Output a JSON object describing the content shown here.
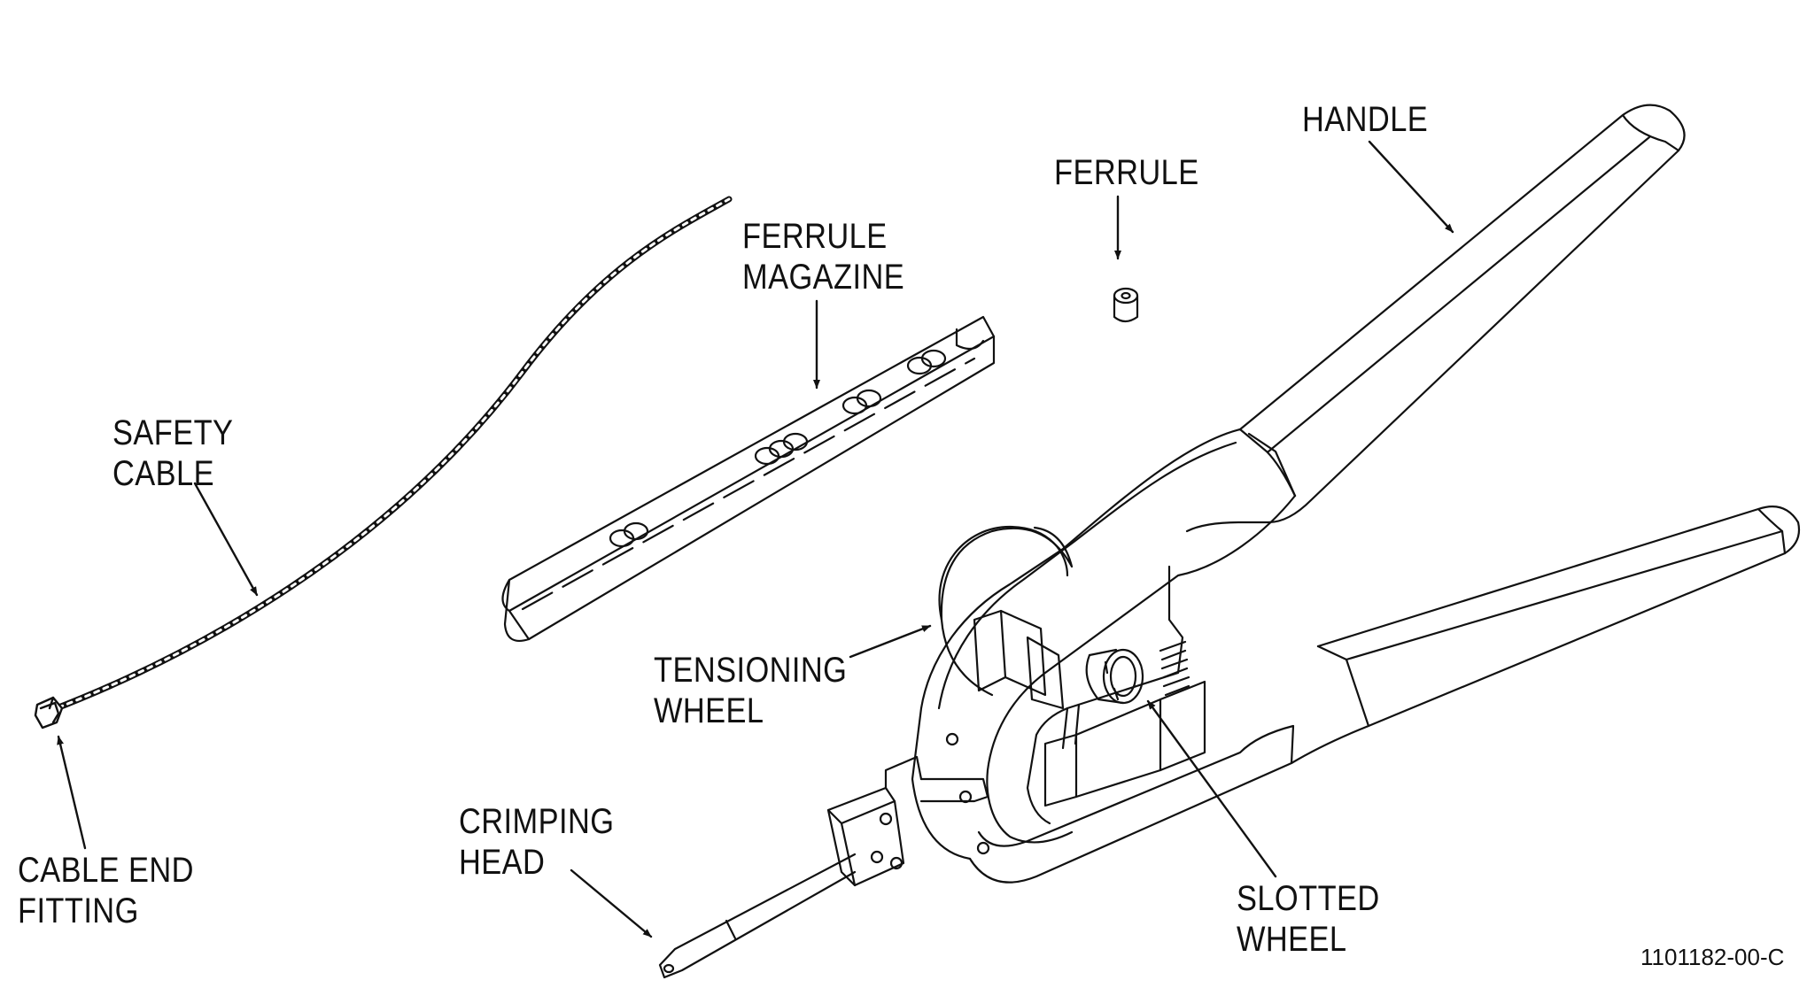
{
  "labels": {
    "handle": [
      "HANDLE"
    ],
    "ferrule": [
      "FERRULE"
    ],
    "ferrule_magazine": [
      "FERRULE",
      "MAGAZINE"
    ],
    "safety_cable": [
      "SAFETY",
      "CABLE"
    ],
    "tensioning_wheel": [
      "TENSIONING",
      "WHEEL"
    ],
    "crimping_head": [
      "CRIMPING",
      "HEAD"
    ],
    "cable_end_fitting": [
      "CABLE END",
      "FITTING"
    ],
    "slotted_wheel": [
      "SLOTTED",
      "WHEEL"
    ]
  },
  "figure_number": "1101182-00-C",
  "colors": {
    "line": "#111111",
    "background": "#ffffff"
  }
}
